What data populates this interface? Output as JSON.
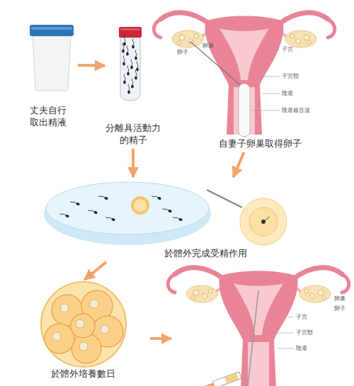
{
  "diagram": {
    "nodes": [
      {
        "text": [
          "丈夫自行 取出精液"
        ]
      },
      {
        "text": [
          "分離具活動力 的精子"
        ]
      },
      {
        "text": [
          "自妻子卵巢取得卵子"
        ]
      },
      {
        "text": [
          "於體外完成受精作用"
        ]
      },
      {
        "text": [
          "於體外培養數日"
        ]
      }
    ],
    "edges": [
      {
        "from": 0,
        "to": 1,
        "arrow": "to"
      },
      {
        "from": 1,
        "to": 3,
        "arrow": "to"
      },
      {
        "from": 2,
        "to": 3,
        "arrow": "to"
      },
      {
        "from": 3,
        "to": 4,
        "arrow": "to"
      }
    ],
    "labels": [
      "卵巢",
      "卵子",
      "子宮",
      "子宮頸",
      "陰道",
      "陰道超音波",
      "子宮",
      "卵巢",
      "卵子",
      "子宮頸",
      "陰道"
    ]
  }
}
